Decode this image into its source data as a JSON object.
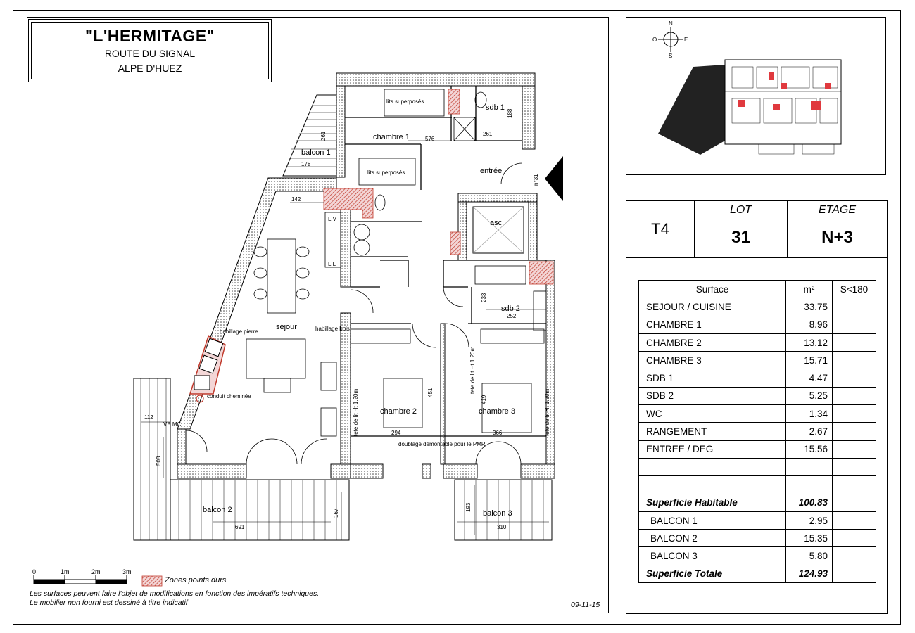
{
  "title": {
    "name": "\"L'HERMITAGE\"",
    "line1": "ROUTE DU SIGNAL",
    "line2": "ALPE D'HUEZ"
  },
  "compass": {
    "n": "N",
    "s": "S",
    "e": "E",
    "o": "O"
  },
  "header": {
    "type": "T4",
    "lot_label": "LOT",
    "lot_value": "31",
    "etage_label": "ETAGE",
    "etage_value": "N+3"
  },
  "surface_table": {
    "col_surface": "Surface",
    "col_unit": "m²",
    "col_extra": "S<180",
    "rooms": [
      {
        "name": "SEJOUR / CUISINE",
        "value": "33.75"
      },
      {
        "name": "CHAMBRE 1",
        "value": "8.96"
      },
      {
        "name": "CHAMBRE 2",
        "value": "13.12"
      },
      {
        "name": "CHAMBRE 3",
        "value": "15.71"
      },
      {
        "name": "SDB 1",
        "value": "4.47"
      },
      {
        "name": "SDB 2",
        "value": "5.25"
      },
      {
        "name": "WC",
        "value": "1.34"
      },
      {
        "name": "RANGEMENT",
        "value": "2.67"
      },
      {
        "name": "ENTREE / DEG",
        "value": "15.56"
      }
    ],
    "habitable_label": "Superficie Habitable",
    "habitable_value": "100.83",
    "balcons": [
      {
        "name": "BALCON 1",
        "value": "2.95"
      },
      {
        "name": "BALCON 2",
        "value": "15.35"
      },
      {
        "name": "BALCON 3",
        "value": "5.80"
      }
    ],
    "total_label": "Superficie Totale",
    "total_value": "124.93"
  },
  "plan_labels": {
    "sdb1": "sdb 1",
    "lits1": "lits superposés",
    "lits2": "lits superposés",
    "chambre1": "chambre 1",
    "d576": "576",
    "d261a": "261",
    "d261b": "261",
    "d188": "188",
    "balcon1": "balcon 1",
    "d178": "178",
    "entree": "entrée",
    "door_no": "n°31",
    "d142": "142",
    "asc": "asc",
    "lv": "L.V",
    "ll": "L.L",
    "sejour": "séjour",
    "habillage_pierre": "habillage pierre",
    "habillage_bois": "habillage bois",
    "conduit": "conduit cheminée",
    "sdb2": "sdb 2",
    "d233": "233",
    "d252": "252",
    "chambre2": "chambre 2",
    "chambre3": "chambre 3",
    "d451": "451",
    "d419": "419",
    "d294": "294",
    "d366": "366",
    "tete_lit1": "tete de lit Ht 1.20m",
    "tete_lit2": "tete de lit Ht 1.20m",
    "tete_lit3": "tete de lit Ht 1.20m",
    "doublage": "doublage démontable pour le PMR",
    "vmc": "VB.MC",
    "d112": "112",
    "d508": "508",
    "balcon2": "balcon 2",
    "d691": "691",
    "d167": "167",
    "balcon3": "balcon 3",
    "d193": "193",
    "d310": "310"
  },
  "scale": {
    "s0": "0",
    "s1": "1m",
    "s2": "2m",
    "s3": "3m"
  },
  "legend_zones": "Zones points durs",
  "notes": {
    "line1": "Les surfaces peuvent faire l'objet de modifications en fonction des impératifs techniques.",
    "line2": "Le mobilier non fourni est dessiné à titre indicatif"
  },
  "date": "09-11-15",
  "colors": {
    "hard_zone": "#c0392b",
    "key_highlight": "#e0393e",
    "wall": "#000000"
  }
}
